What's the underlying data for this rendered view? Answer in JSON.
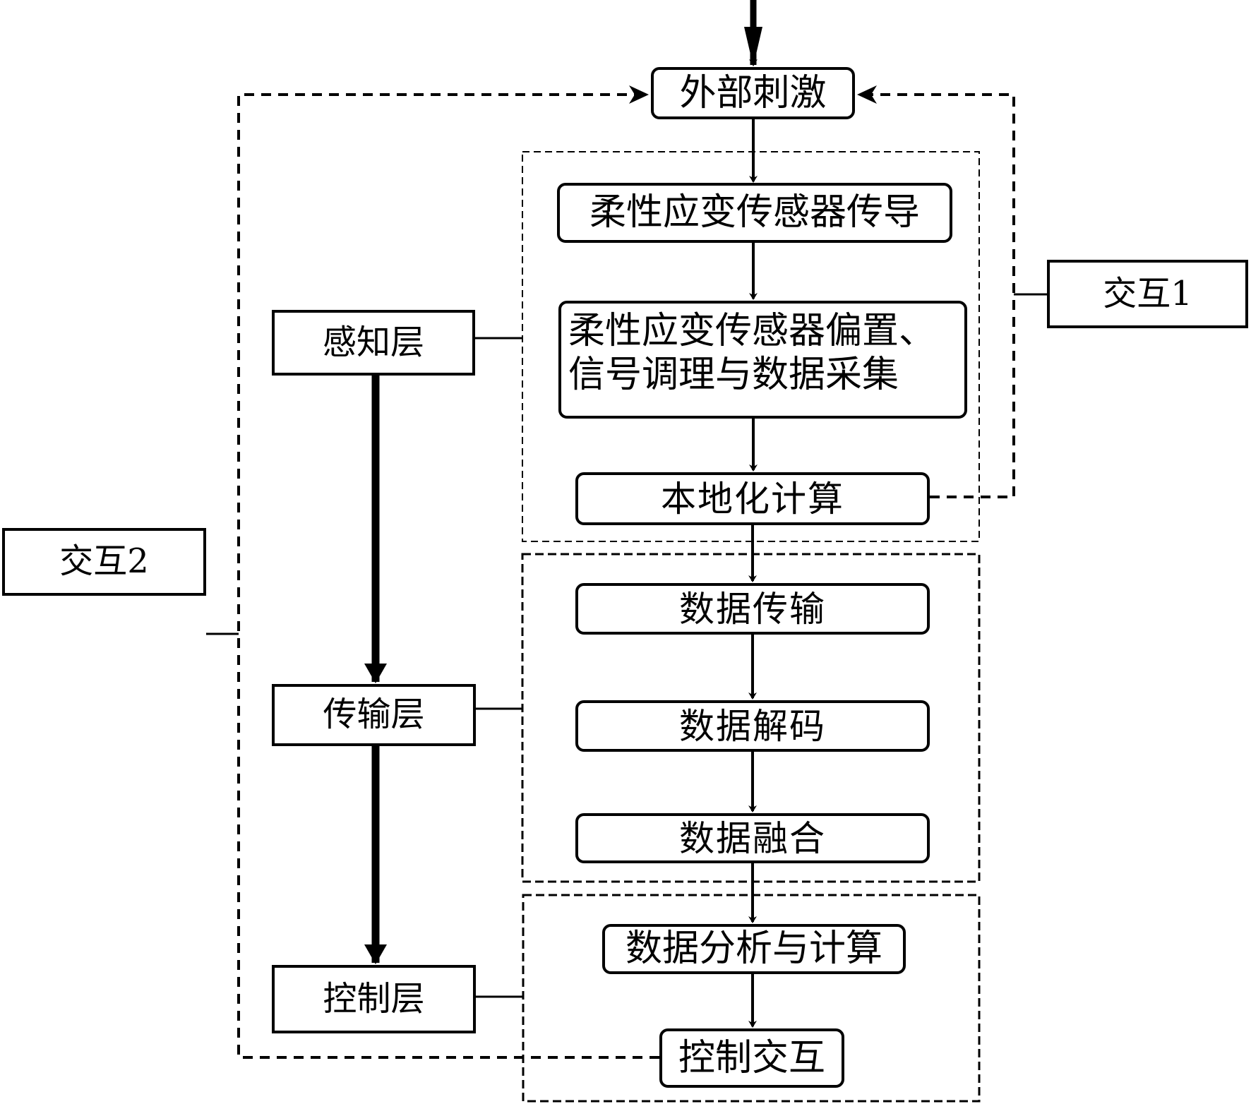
{
  "diagram": {
    "title": "",
    "process_steps": [
      {
        "id": "external_stimulus",
        "label": "外部刺激"
      },
      {
        "id": "sensor_conduction",
        "label": "柔性应变传感器传导"
      },
      {
        "id": "sensor_bias_acquisition",
        "label": "柔性应变传感器偏置、信号调理与数据采集",
        "lines": [
          "柔性应变传感器偏置、",
          "信号调理与数据采集"
        ]
      },
      {
        "id": "local_computing",
        "label": "本地化计算"
      },
      {
        "id": "data_transmission",
        "label": "数据传输"
      },
      {
        "id": "data_decoding",
        "label": "数据解码"
      },
      {
        "id": "data_fusion",
        "label": "数据融合"
      },
      {
        "id": "data_analysis",
        "label": "数据分析与计算"
      },
      {
        "id": "control_interaction",
        "label": "控制交互"
      }
    ],
    "layers": [
      {
        "id": "perception_layer",
        "label": "感知层",
        "group_steps": [
          "sensor_conduction",
          "sensor_bias_acquisition",
          "local_computing"
        ]
      },
      {
        "id": "transmission_layer",
        "label": "传输层",
        "group_steps": [
          "data_transmission",
          "data_decoding",
          "data_fusion"
        ]
      },
      {
        "id": "control_layer",
        "label": "控制层",
        "group_steps": [
          "data_analysis",
          "control_interaction"
        ]
      }
    ],
    "interactions": [
      {
        "id": "interaction_1",
        "label": "交互1",
        "from": "local_computing",
        "to": "external_stimulus",
        "style": "dashed"
      },
      {
        "id": "interaction_2",
        "label": "交互2",
        "from": "control_interaction",
        "to": "external_stimulus",
        "style": "dashed"
      }
    ]
  }
}
